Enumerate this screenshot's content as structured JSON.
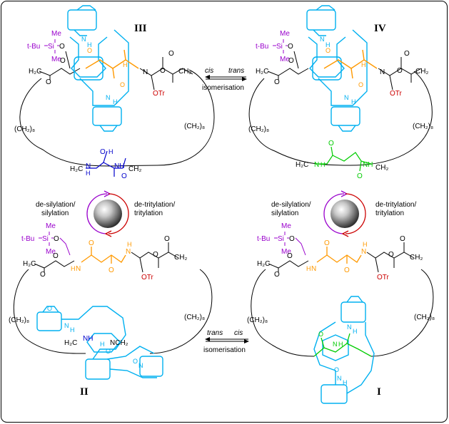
{
  "colors": {
    "frame": "#000000",
    "chain": "#000000",
    "macrocycle": "#00b0f0",
    "silyl": "#9900cc",
    "trityl": "#cc0000",
    "thread_cis": "#0000cc",
    "thread_trans": "#00cc00",
    "thread_succinamide": "#ff9900",
    "arrow_purple": "#9900cc",
    "arrow_red": "#cc0000"
  },
  "quadrants": {
    "III": {
      "roman": "III",
      "silyl": {
        "tbu": "t-Bu",
        "si": "Si",
        "me_top": "Me",
        "me_bottom": "Me",
        "o": "O"
      },
      "ester_left": {
        "ch2": "H₂C",
        "o1": "O",
        "o2": "O"
      },
      "ester_right": {
        "ch2": "CH₂",
        "o1": "O",
        "o2": "O"
      },
      "otr": "OTr",
      "ch2_left": "(CH₂)₈",
      "ch2_right": "(CH₂)₈",
      "thread": {
        "left": "H₂C",
        "nh_left": "N",
        "h_left": "H",
        "o_left": "O",
        "o_right": "O",
        "nh_right": "NH",
        "h2n": "H",
        "right": "CH₂"
      }
    },
    "IV": {
      "roman": "IV",
      "silyl": {
        "tbu": "t-Bu",
        "si": "Si",
        "me_top": "Me",
        "me_bottom": "Me",
        "o": "O"
      },
      "ester_left": {
        "ch2": "H₂C",
        "o1": "O",
        "o2": "O"
      },
      "ester_right": {
        "ch2": "CH₂",
        "o1": "O",
        "o2": "O"
      },
      "otr": "OTr",
      "ch2_left": "(CH₂)₈",
      "ch2_right": "(CH₂)₈",
      "thread": {
        "left": "H₂C",
        "n_left": "N",
        "h_left": "H",
        "o_left": "O",
        "o_right": "O",
        "nh_right": "NH",
        "right": "CH₂"
      }
    },
    "II": {
      "roman": "II",
      "silyl": {
        "tbu": "t-Bu",
        "si": "Si",
        "me_top": "Me",
        "me_bottom": "Me",
        "o": "O"
      },
      "ester_left": {
        "ch2": "H₂C",
        "o1": "O",
        "o2": "O"
      },
      "ester_right": {
        "ch2": "CH₂",
        "o1": "O",
        "o2": "O"
      },
      "otr": "OTr",
      "ch2_left": "(CH₂)₈",
      "ch2_right": "(CH₂)₈",
      "thread": {
        "left": "H₂C",
        "nh_left": "NH",
        "right": "NCH₂"
      }
    },
    "I": {
      "roman": "I",
      "silyl": {
        "tbu": "t-Bu",
        "si": "Si",
        "me_top": "Me",
        "me_bottom": "Me",
        "o": "O"
      },
      "ester_left": {
        "ch2": "H₂C",
        "o1": "O",
        "o2": "O"
      },
      "ester_right": {
        "ch2": "CH₂",
        "o1": "O",
        "o2": "O"
      },
      "otr": "OTr",
      "ch2_left": "(CH₂)₈",
      "ch2_right": "(CH₂)₈"
    }
  },
  "arrows": {
    "top": {
      "left_word": "cis",
      "right_word": "trans",
      "caption": "isomerisation"
    },
    "bottom": {
      "left_word": "trans",
      "right_word": "cis",
      "caption": "isomerisation"
    }
  },
  "cycles": {
    "left": {
      "desilylation": "de-silylation/",
      "silylation": "silylation",
      "detritylation": "de-tritylation/",
      "tritylation": "tritylation"
    },
    "right": {
      "desilylation": "de-silylation/",
      "silylation": "silylation",
      "detritylation": "de-tritylation/",
      "tritylation": "tritylation"
    }
  },
  "atoms": {
    "N": "N",
    "H": "H",
    "O": "O"
  }
}
